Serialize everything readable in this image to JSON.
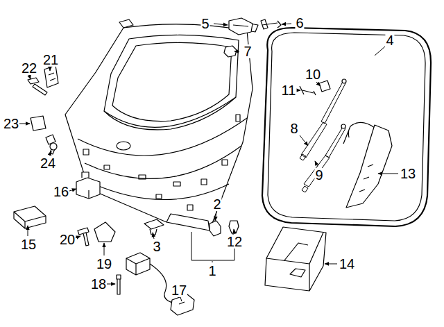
{
  "diagram": {
    "labels": [
      "5",
      "6",
      "4",
      "7",
      "10",
      "22",
      "21",
      "11",
      "8",
      "23",
      "24",
      "9",
      "13",
      "16",
      "2",
      "12",
      "15",
      "20",
      "3",
      "19",
      "1",
      "14",
      "18",
      "17"
    ]
  }
}
